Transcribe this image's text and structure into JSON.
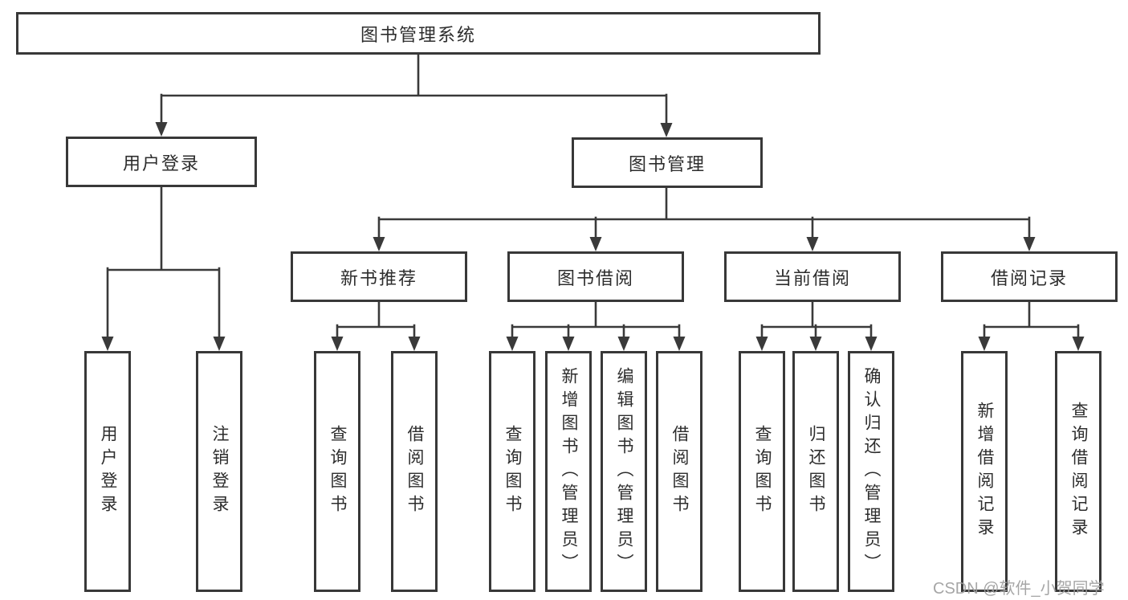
{
  "colors": {
    "line": "#3a3a3a",
    "box_border": "#383838",
    "text": "#2d2d2d",
    "background": "#ffffff",
    "watermark": "#9e9e9e"
  },
  "watermark": "CSDN @软件_小贺同学",
  "tree": {
    "root": "图书管理系统",
    "branches": [
      {
        "label": "用户登录",
        "leaves": [
          "用户登录",
          "注销登录"
        ]
      },
      {
        "label": "图书管理",
        "groups": [
          {
            "label": "新书推荐",
            "leaves": [
              "查询图书",
              "借阅图书"
            ]
          },
          {
            "label": "图书借阅",
            "leaves": [
              "查询图书",
              "新增图书（管理员）",
              "编辑图书（管理员）",
              "借阅图书"
            ]
          },
          {
            "label": "当前借阅",
            "leaves": [
              "查询图书",
              "归还图书",
              "确认归还（管理员）"
            ]
          },
          {
            "label": "借阅记录",
            "leaves": [
              "新增借阅记录",
              "查询借阅记录"
            ]
          }
        ]
      }
    ]
  }
}
